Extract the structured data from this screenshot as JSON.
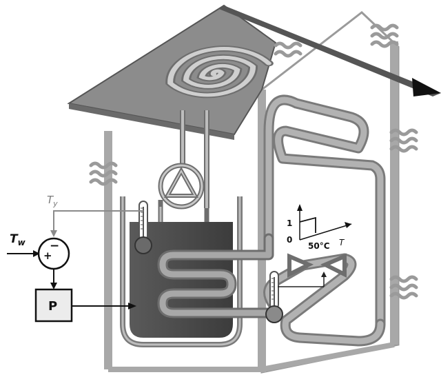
{
  "labels": {
    "t_y_main": "T",
    "t_y_sub": "y",
    "t_w_main": "T",
    "t_w_sub": "w",
    "plus": "+",
    "minus": "−",
    "controller": "P",
    "step_one": "1",
    "step_zero": "0",
    "step_temp": "50°C",
    "step_t": "T"
  },
  "colors": {
    "roof": "#8c8c8c",
    "wall": "#a8a8a8",
    "pipe": "#a2a2a2",
    "pipe_edge": "#6e6e6e",
    "water": "#4a4a4a",
    "line": "#111111",
    "sensor_line": "#8a8a8a"
  },
  "icons": [
    "solar-collector-icon",
    "pump-icon",
    "thermometer-icon",
    "sum-junction-icon",
    "thermostatic-valve-icon",
    "heat-wave-icon"
  ]
}
